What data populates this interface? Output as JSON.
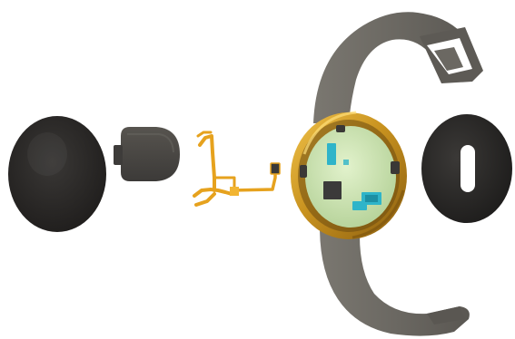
{
  "image": {
    "kind": "exploded-view render of a smartwatch",
    "background_color": "#ffffff",
    "palette": {
      "front_cover": "#2d2b29",
      "battery": "#4a4846",
      "flex_cable": "#e6a21e",
      "bezel_gold": "#c8921f",
      "pcb_board": "#cfe6b4",
      "chip_blue": "#2fb4c9",
      "chip_dark": "#3b3a3a",
      "strap": "#6b6862",
      "back_plate": "#2a2827"
    },
    "parts": [
      {
        "name": "front-cover-disc"
      },
      {
        "name": "battery"
      },
      {
        "name": "flex-circuit"
      },
      {
        "name": "watch-case-with-board"
      },
      {
        "name": "watch-strap-with-buckle"
      },
      {
        "name": "back-plate-with-slot"
      }
    ]
  }
}
